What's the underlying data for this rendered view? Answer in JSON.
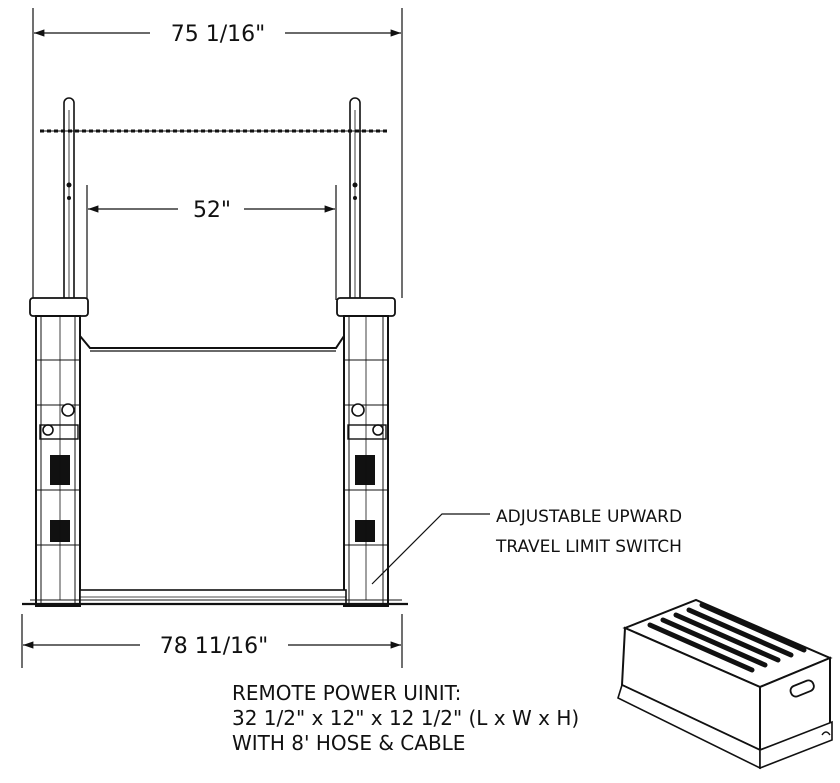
{
  "dimensions": {
    "top_overall": "75 1/16\"",
    "inner_clear": "52\"",
    "bottom_overall": "78 11/16\""
  },
  "callout": {
    "line1": "ADJUSTABLE UPWARD",
    "line2": "TRAVEL LIMIT SWITCH"
  },
  "power_unit": {
    "line1": "REMOTE POWER UINIT:",
    "line2": "32 1/2\" x 12\" x 12 1/2\" (L x W x H)",
    "line3": "WITH 8' HOSE & CABLE"
  }
}
